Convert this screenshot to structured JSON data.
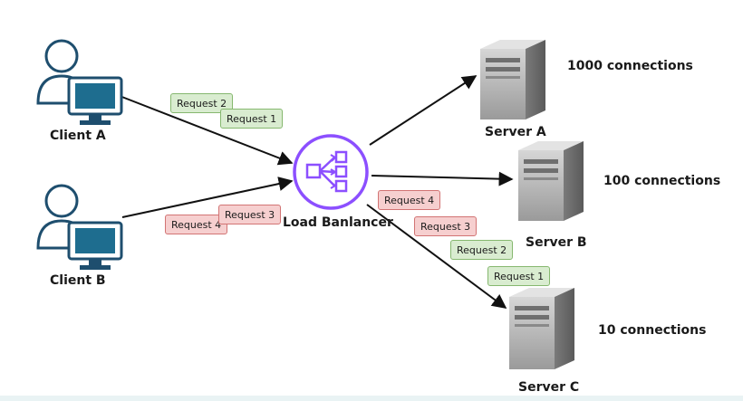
{
  "clients": [
    {
      "id": "client-a",
      "label": "Client A"
    },
    {
      "id": "client-b",
      "label": "Client B"
    }
  ],
  "load_balancer": {
    "label": "Load Banlancer",
    "accent": "#8c4fff"
  },
  "servers": [
    {
      "id": "server-a",
      "label": "Server A",
      "connections": "1000 connections"
    },
    {
      "id": "server-b",
      "label": "Server B",
      "connections": "100 connections"
    },
    {
      "id": "server-c",
      "label": "Server C",
      "connections": "10 connections"
    }
  ],
  "requests": {
    "client_a": [
      {
        "text": "Request 2",
        "color": "green"
      },
      {
        "text": "Request 1",
        "color": "green"
      }
    ],
    "client_b": [
      {
        "text": "Request 4",
        "color": "red"
      },
      {
        "text": "Request 3",
        "color": "red"
      }
    ],
    "to_server_c": [
      {
        "text": "Request 4",
        "color": "red"
      },
      {
        "text": "Request 3",
        "color": "red"
      },
      {
        "text": "Request 2",
        "color": "green"
      },
      {
        "text": "Request 1",
        "color": "green"
      }
    ]
  },
  "colors": {
    "client_icon_stroke": "#1e4e6e",
    "client_icon_fill": "#ffffff",
    "monitor_screen": "#1e6d8f",
    "request_green_bg": "#d9ecd0",
    "request_green_border": "#86b86f",
    "request_red_bg": "#f6cfcf",
    "request_red_border": "#d27474",
    "server_dark": "#8e8e8e",
    "server_light": "#c9c9c9"
  }
}
